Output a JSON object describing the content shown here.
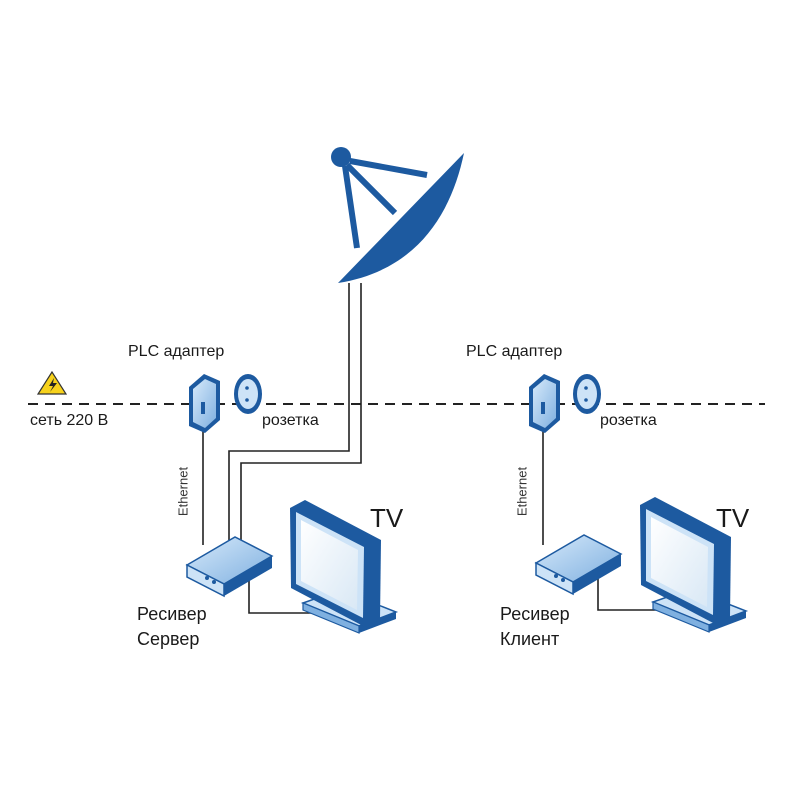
{
  "labels": {
    "plc_left": "PLC адаптер",
    "plc_right": "PLC адаптер",
    "mains": "сеть 220 В",
    "socket_left": "розетка",
    "socket_right": "розетка",
    "ethernet_left": "Ethernet",
    "ethernet_right": "Ethernet",
    "tv_left": "TV",
    "tv_right": "TV",
    "receiver_server_line1": "Ресивер",
    "receiver_server_line2": "Сервер",
    "receiver_client_line1": "Ресивер",
    "receiver_client_line2": "Клиент"
  },
  "colors": {
    "device_blue": "#1d5aa0",
    "device_light": "#cde3f7",
    "line": "#222222",
    "warning": "#f7d21c"
  },
  "icons": [
    "satellite-dish-icon",
    "plc-adapter-icon",
    "power-socket-icon",
    "receiver-icon",
    "tv-monitor-icon",
    "warning-icon"
  ]
}
